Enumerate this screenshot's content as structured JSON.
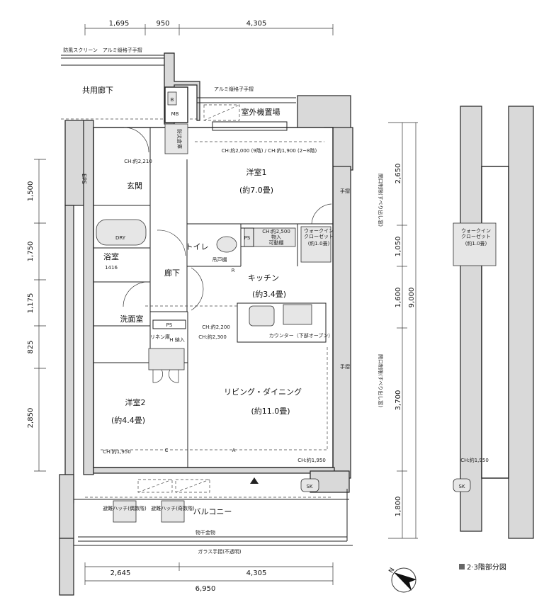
{
  "dimensions": {
    "top": [
      "1,695",
      "950",
      "4,305"
    ],
    "left": [
      "1,500",
      "1,750",
      "1,175",
      "825",
      "2,850"
    ],
    "right": [
      "2,650",
      "1,050",
      "1,600",
      "3,700",
      "1,800"
    ],
    "right_total": "9,000",
    "bottom": [
      "2,645",
      "4,305"
    ],
    "bottom_total": "6,950"
  },
  "rooms": {
    "corridor_common": "共用廊下",
    "mb": "MB",
    "b_label": "B",
    "outdoor_unit": "室外機置場",
    "disaster_storage": "防災倉庫",
    "western1": "洋室1",
    "western1_size": "(約7.0畳)",
    "entrance": "玄関",
    "eps": "EPS",
    "bath": "浴室",
    "bath_size": "1416",
    "dry": "DRY",
    "toilet": "トイレ",
    "ps": "PS",
    "storage": "物入",
    "storage_shelf": "可動棚",
    "walkin1": "ウォークイン",
    "walkin2": "クローゼット",
    "walkin_size": "(約1.0畳)",
    "kitchen": "キッチン",
    "kitchen_size": "(約3.4畳)",
    "hallway": "廊下",
    "washroom": "洗面室",
    "ps2": "PS",
    "linen": "リネン庫",
    "h_storage": "H 納入",
    "counter": "カウンター（下部オープン）",
    "hanging_shelf": "吊戸棚",
    "living": "リビング・ダイニング",
    "living_size": "(約11.0畳)",
    "western2": "洋室2",
    "western2_size": "(約4.4畳)",
    "balcony": "バルコニー",
    "sk": "SK",
    "hatch_even": "避難ハッチ(偶数階)",
    "hatch_odd": "避難ハッチ(奇数階)",
    "drying_hardware": "物干金物",
    "glass_rail": "ガラス手摺(不透明)",
    "windscreen": "防風スクリーン　アルミ縦格子手摺",
    "alum_rail": "アルミ縦格子手摺",
    "window_note": "開口制限(すべり出し窓)",
    "handrail": "手摺",
    "r_label": "R",
    "c_label": "C",
    "a_label": "A"
  },
  "ceiling_notes": {
    "w1": "CH:約2,000 (9階) / CH:約1,900 (2~8階)",
    "entrance": "CH:約2,210",
    "hall": "CH:約2,200",
    "hall2": "CH:約2,300",
    "storage": "CH:約2,500",
    "w2": "CH:約1,950",
    "ld": "CH:約1,950"
  },
  "partial_plan": {
    "caption": "2·3階部分図",
    "walkin1": "ウォークイン",
    "walkin2": "クローゼット",
    "walkin_size": "(約1.0畳)",
    "sk": "SK",
    "ch": "CH:約1,950"
  },
  "compass": {
    "north": "N"
  }
}
